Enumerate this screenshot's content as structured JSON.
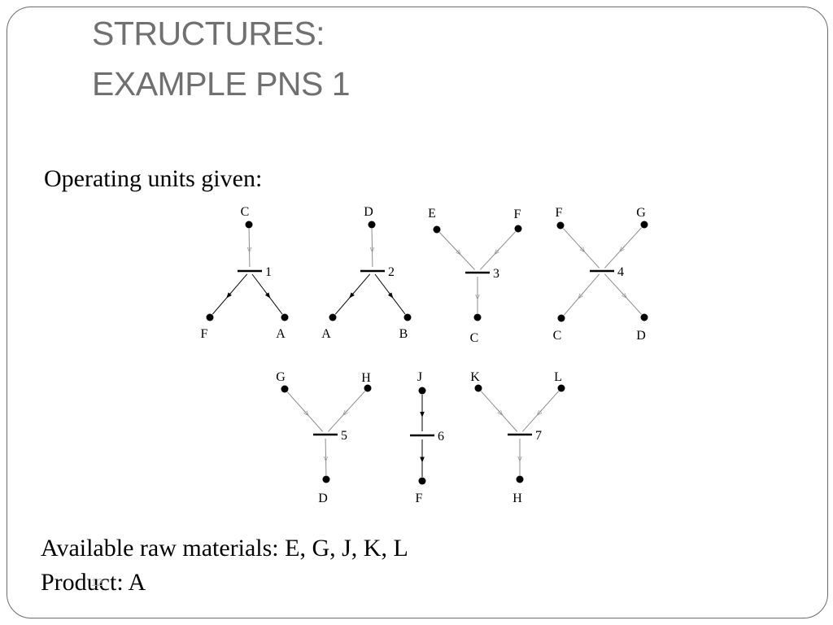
{
  "slide": {
    "title_lines": [
      "COMBINATORIALLY FEASIBLE",
      "STRUCTURES:",
      "EXAMPLE PNS 1"
    ],
    "intro": "Operating units given:",
    "raw_materials": "Available raw materials: E, G,  J, K, L",
    "product": "Product: A",
    "slide_number": "12"
  },
  "diagram": {
    "operating_units": [
      {
        "label": "1",
        "inputs": [
          "C"
        ],
        "outputs": [
          "F",
          "A"
        ]
      },
      {
        "label": "2",
        "inputs": [
          "D"
        ],
        "outputs": [
          "A",
          "B"
        ]
      },
      {
        "label": "3",
        "inputs": [
          "E",
          "F"
        ],
        "outputs": [
          "C"
        ]
      },
      {
        "label": "4",
        "inputs": [
          "F",
          "G"
        ],
        "outputs": [
          "C",
          "D"
        ]
      },
      {
        "label": "5",
        "inputs": [
          "G",
          "H"
        ],
        "outputs": [
          "D"
        ]
      },
      {
        "label": "6",
        "inputs": [
          "J"
        ],
        "outputs": [
          "F"
        ]
      },
      {
        "label": "7",
        "inputs": [
          "K",
          "L"
        ],
        "outputs": [
          "H"
        ]
      }
    ]
  }
}
